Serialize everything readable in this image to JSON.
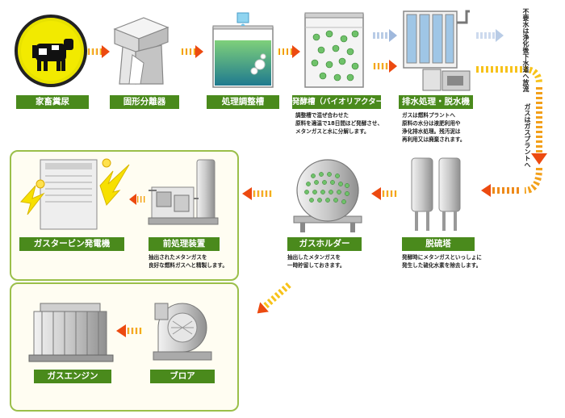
{
  "stages": {
    "manure": {
      "label": "家畜糞尿"
    },
    "separator": {
      "label": "固形分離器"
    },
    "adjust_tank": {
      "label": "処理調整槽"
    },
    "fermenter": {
      "label": "発酵槽（バイオリアクター）",
      "desc": [
        "調整槽で混ぜ合わせた",
        "原料を適温で18日間ほど発酵させ、",
        "メタンガスと水に分解します。"
      ]
    },
    "drainage": {
      "label": "排水処理・脱水機",
      "desc": [
        "ガスは燃料プラントへ",
        "原料の水分は液肥利用や",
        "浄化排水処理。残汚泥は",
        "再利用又は廃棄されます。"
      ]
    },
    "desulfur": {
      "label": "脱硫塔",
      "desc": [
        "発酵時にメタンガスといっしょに",
        "発生した硫化水素を除去します。"
      ]
    },
    "gasholder": {
      "label": "ガスホルダー",
      "desc": [
        "抽出したメタンガスを",
        "一時貯留しておきます。"
      ]
    },
    "pretreat": {
      "label": "前処理装置",
      "desc": [
        "抽出されたメタンガスを",
        "良好な燃料ガスへと精製します。"
      ]
    },
    "turbine": {
      "label": "ガスタービン発電機"
    },
    "blower": {
      "label": "ブロア"
    },
    "engine": {
      "label": "ガスエンジン"
    }
  },
  "side_notes": {
    "discharge": "不要水は浄化後下水道へ放流",
    "gas_plant": "ガスはガスプラントへ"
  },
  "colors": {
    "label_bg": "#4a8a1c",
    "panel_border": "#9bbf4a",
    "arrow_orange": "#f08a1c",
    "arrow_yellow": "#f7d21a",
    "arrow_blue": "#b9cce6"
  }
}
